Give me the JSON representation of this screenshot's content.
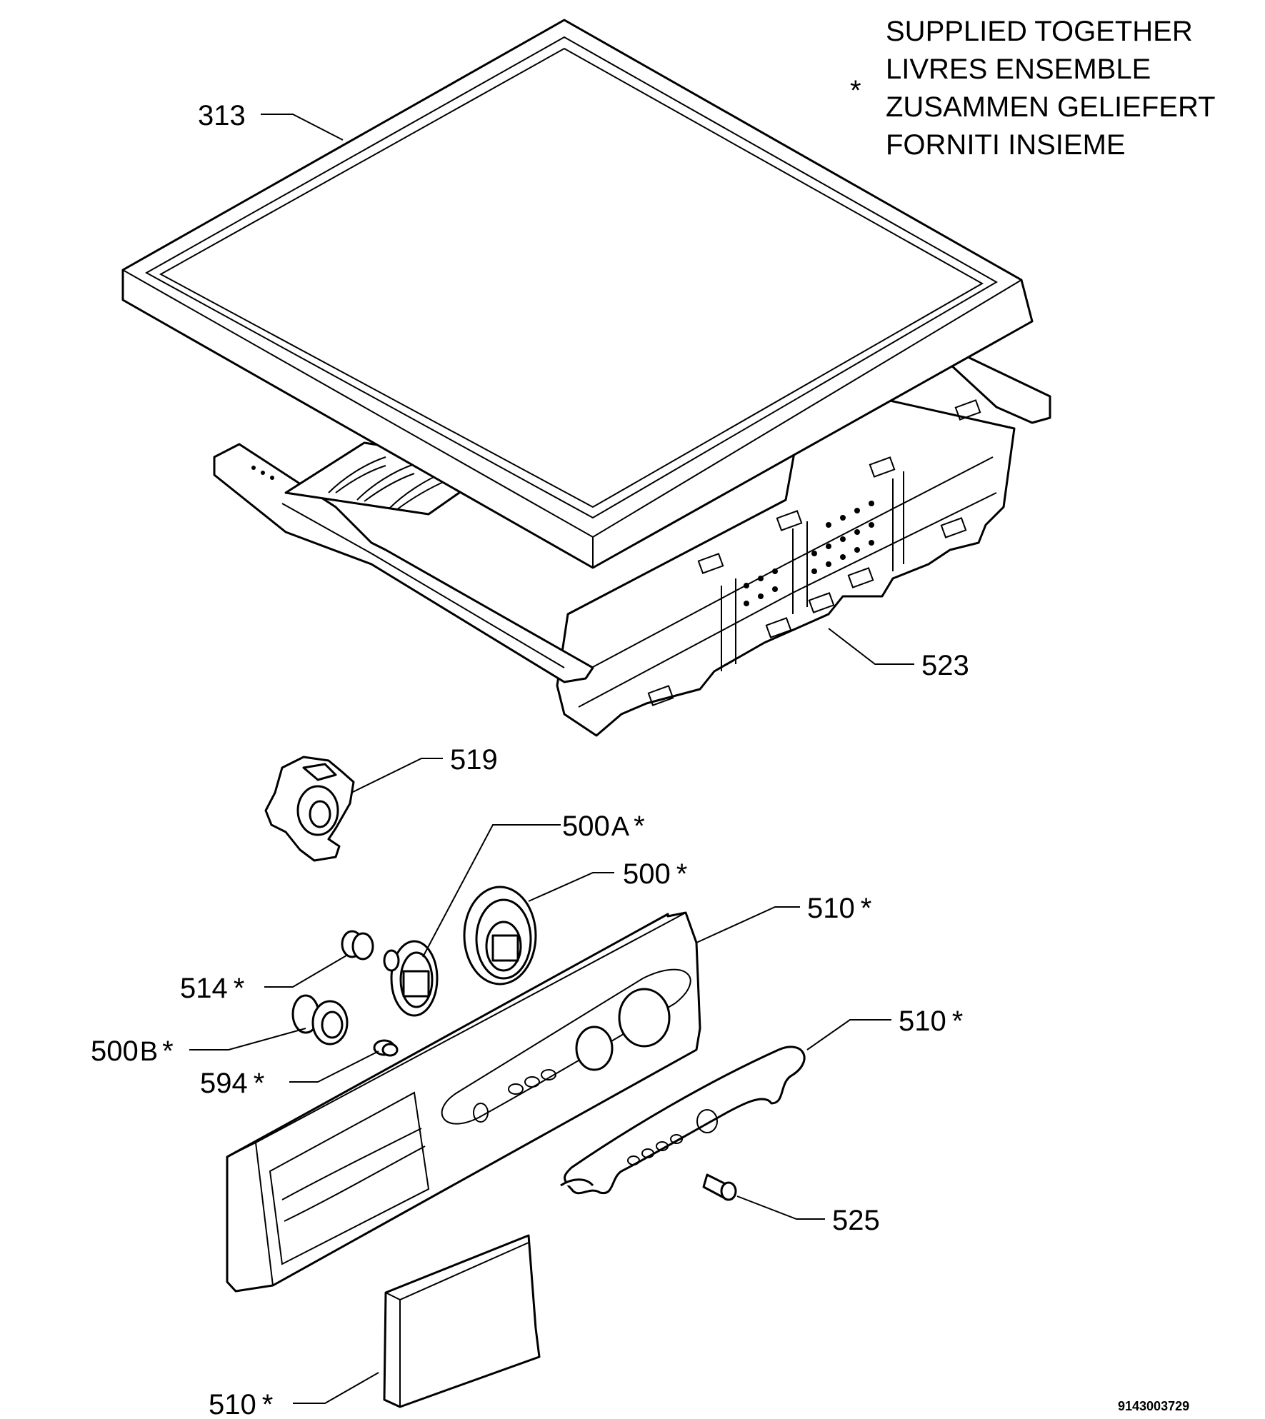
{
  "legend": {
    "symbol": "*",
    "lines": [
      "SUPPLIED TOGETHER",
      "LIVRES ENSEMBLE",
      "ZUSAMMEN GELIEFERT",
      "FORNITI INSIEME"
    ]
  },
  "callouts": {
    "c313": {
      "label": "313"
    },
    "c523": {
      "label": "523"
    },
    "c519": {
      "label": "519"
    },
    "c500a": {
      "label": "500",
      "suffix": "A",
      "mark": "*"
    },
    "c500": {
      "label": "500",
      "mark": "*"
    },
    "c510_panel": {
      "label": "510",
      "mark": "*"
    },
    "c514": {
      "label": "514",
      "mark": "*"
    },
    "c500b": {
      "label": "500",
      "suffix": "B",
      "mark": "*"
    },
    "c510_insert": {
      "label": "510",
      "mark": "*"
    },
    "c594": {
      "label": "594",
      "mark": "*"
    },
    "c525": {
      "label": "525"
    },
    "c510_handle": {
      "label": "510",
      "mark": "*"
    }
  },
  "drawing_code": "9143003729"
}
